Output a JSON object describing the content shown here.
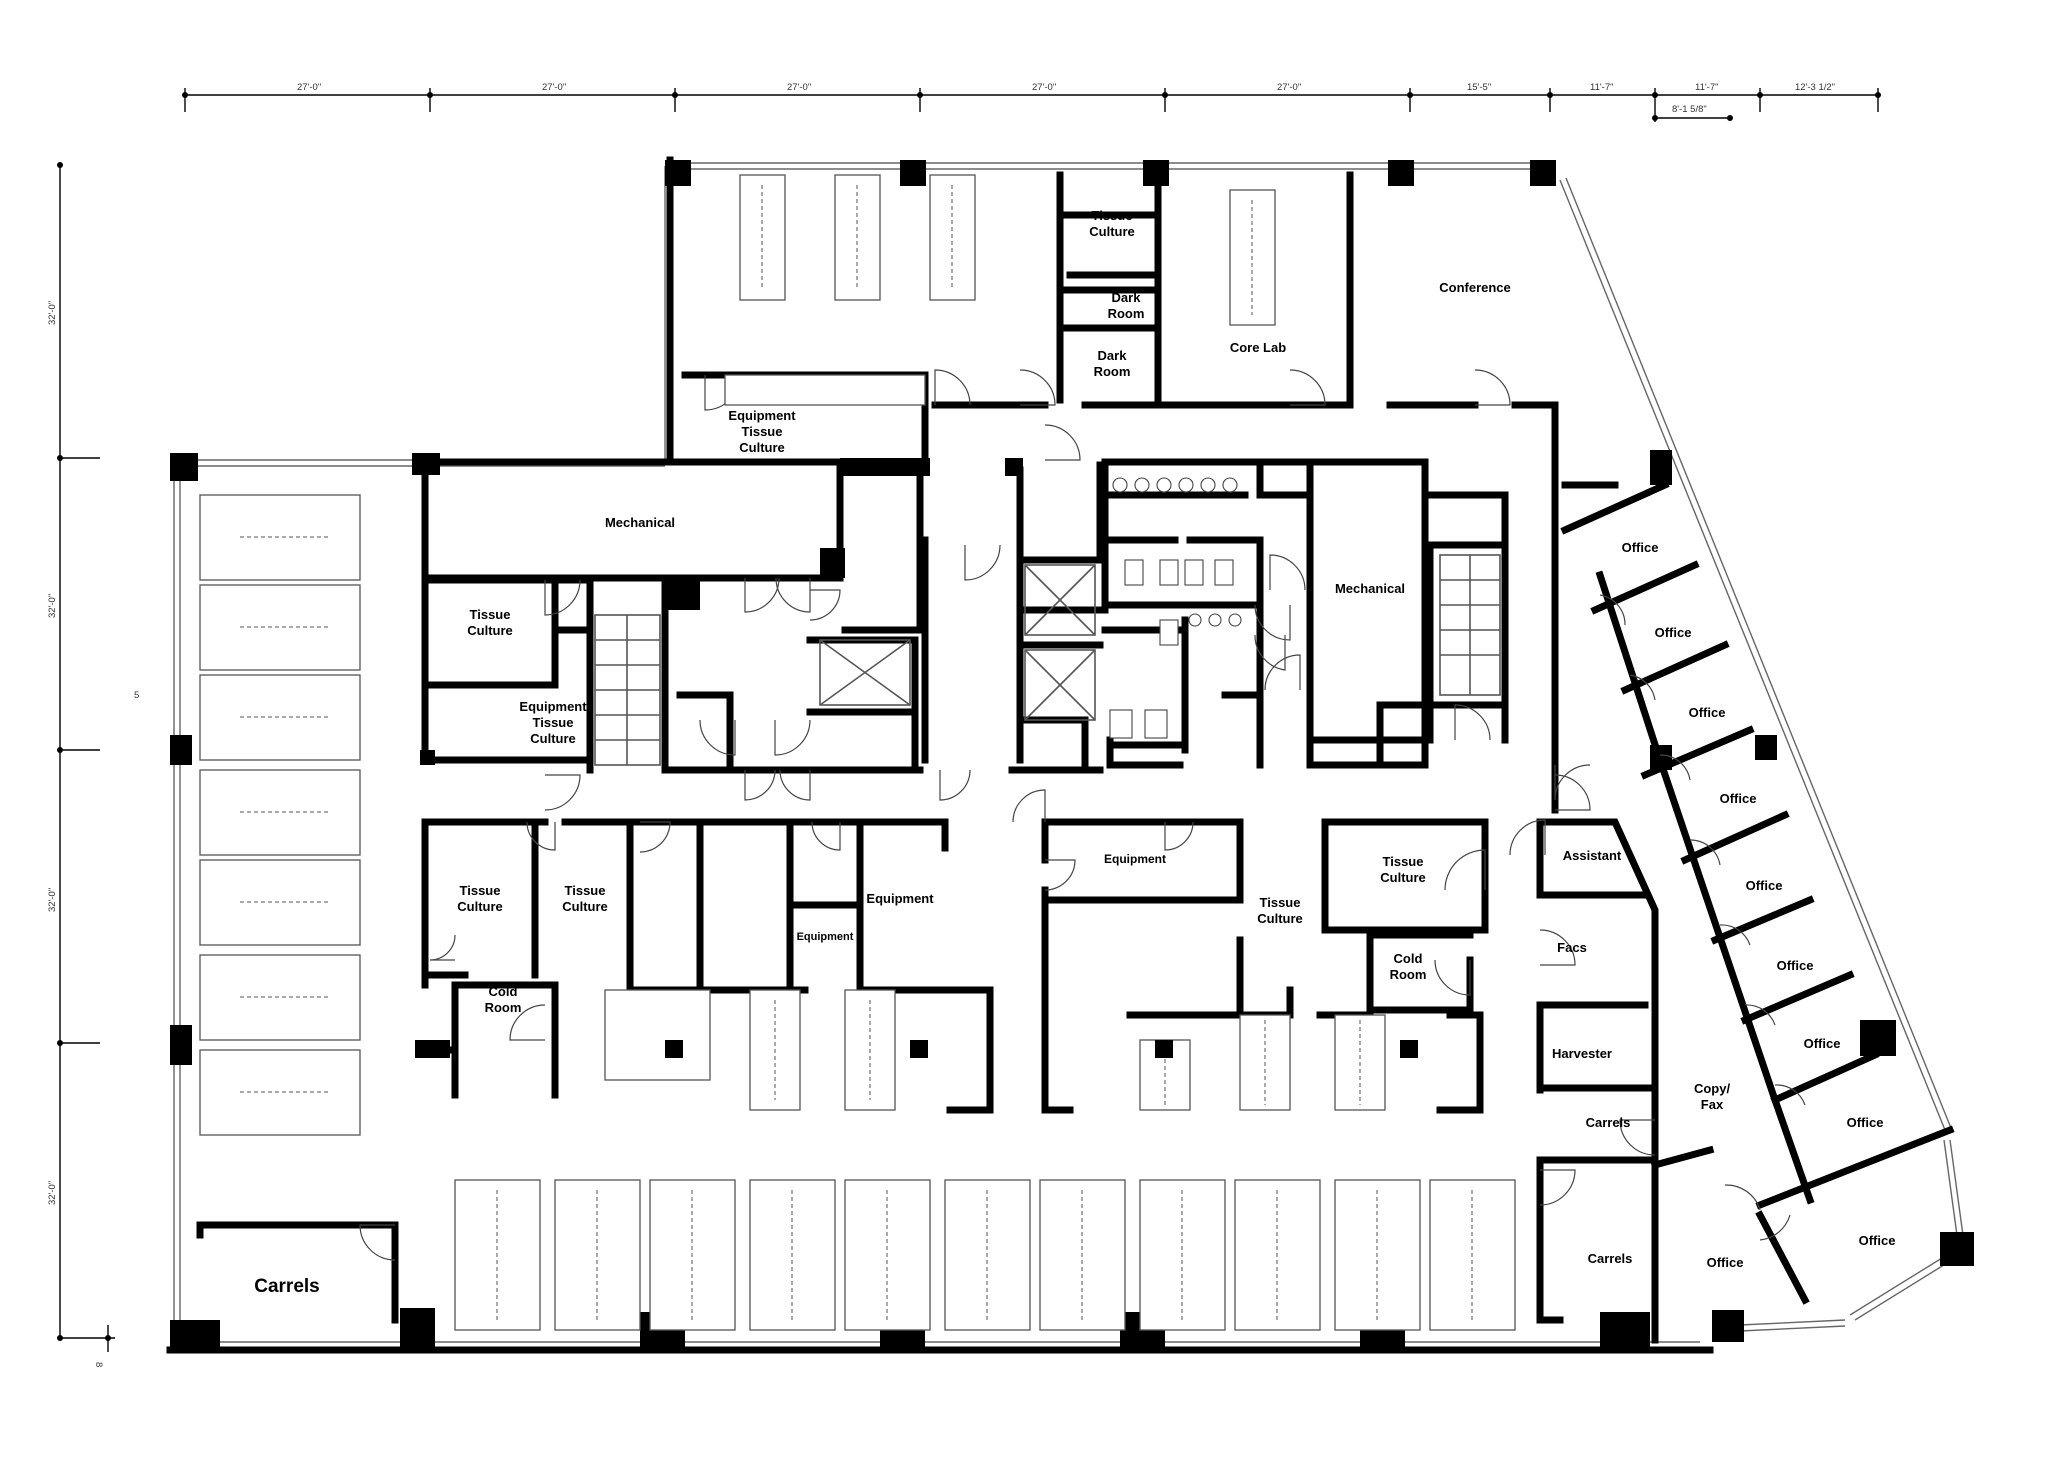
{
  "top_dimensions": [
    "27'-0\"",
    "27'-0\"",
    "27'-0\"",
    "27'-0\"",
    "27'-0\"",
    "15'-5\"",
    "11'-7\"",
    "11'-7\"",
    "12'-3 1/2\""
  ],
  "top_sub_dimension": "8'-1 5/8\"",
  "left_dimensions": [
    "32'-0\"",
    "32'-0\"",
    "32'-0\"",
    "32'-0\""
  ],
  "side_marker": "5",
  "corner_marker": "8",
  "rooms": {
    "tissue_culture_top": "Tissue\nCulture",
    "dark_room_1": "Dark\nRoom",
    "dark_room_2": "Dark\nRoom",
    "core_lab": "Core Lab",
    "conference": "Conference",
    "equipment_tissue_culture_top": "Equipment\nTissue\nCulture",
    "mechanical_left": "Mechanical",
    "tissue_culture_left": "Tissue\nCulture",
    "equipment_tissue_culture_left": "Equipment\nTissue\nCulture",
    "mechanical_right": "Mechanical",
    "tissue_culture_a": "Tissue\nCulture",
    "tissue_culture_b": "Tissue\nCulture",
    "equipment_a": "Equipment",
    "equipment_b": "Equipment",
    "equipment_c": "Equipment",
    "tissue_culture_c": "Tissue\nCulture",
    "tissue_culture_d": "Tissue\nCulture",
    "cold_room_left": "Cold\nRoom",
    "cold_room_right": "Cold\nRoom",
    "assistant": "Assistant",
    "facs": "Facs",
    "harvester": "Harvester",
    "carrels_right_small": "Carrels",
    "carrels_right_big": "Carrels",
    "copy_fax": "Copy/\nFax",
    "carrels_left": "Carrels",
    "office_1": "Office",
    "office_2": "Office",
    "office_3": "Office",
    "office_4": "Office",
    "office_5": "Office",
    "office_6": "Office",
    "office_7": "Office",
    "office_8": "Office",
    "office_9": "Office",
    "office_10": "Office"
  }
}
